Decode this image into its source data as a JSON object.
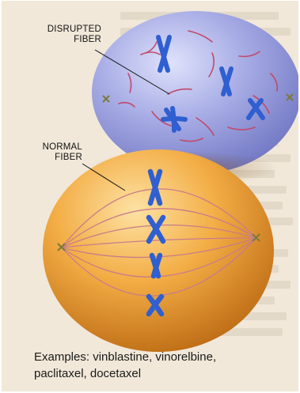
{
  "labels": {
    "disrupted": [
      "DISRUPTED",
      "FIBER"
    ],
    "normal": [
      "NORMAL",
      "FIBER"
    ]
  },
  "caption": {
    "line1": "Examples: vinblastine, vinorelbine,",
    "line2": "paclitaxel, docetaxel"
  },
  "colors": {
    "upper_cell": "#9da3de",
    "lower_cell": "#f0a334",
    "chromosome": "#2f5fd0",
    "fiber_disrupted": "#c04a6a",
    "fiber_normal": "#c97c8a"
  }
}
